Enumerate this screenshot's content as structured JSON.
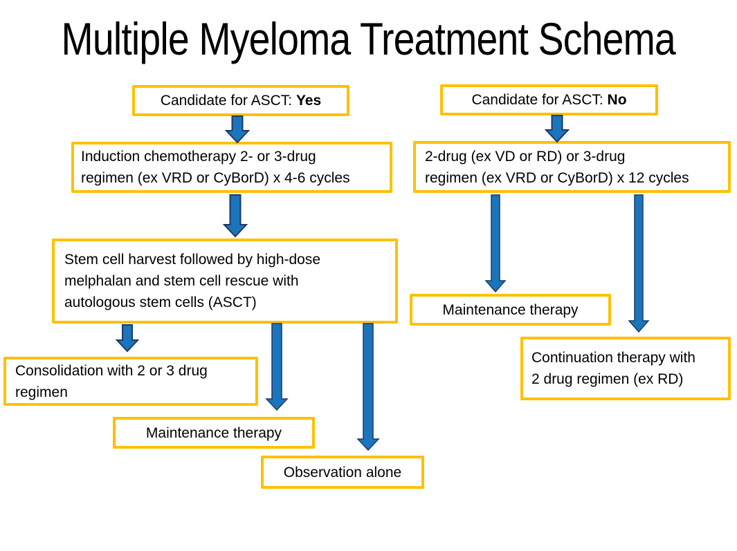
{
  "title": "Multiple Myeloma Treatment Schema",
  "colors": {
    "box_border": "#FFC000",
    "box_fill": "#FFFFFF",
    "arrow_fill": "#1B75BC",
    "arrow_outline": "#1F3864",
    "text": "#000000"
  },
  "left_branch": {
    "candidate": {
      "prefix": "Candidate for ASCT: ",
      "answer": "Yes"
    },
    "induction": "Induction chemotherapy 2- or 3-drug\nregimen (ex VRD or CyBorD) x 4-6 cycles",
    "transplant": "Stem cell harvest followed by high-dose\nmelphalan and stem cell rescue with\nautologous stem cells (ASCT)",
    "consolidation": "Consolidation with 2 or 3 drug\nregimen",
    "maintenance": "Maintenance therapy",
    "observation": "Observation alone"
  },
  "right_branch": {
    "candidate": {
      "prefix": "Candidate for ASCT: ",
      "answer": "No"
    },
    "regimen": "2-drug (ex VD or RD) or 3-drug\nregimen (ex VRD or CyBorD) x 12 cycles",
    "maintenance": "Maintenance therapy",
    "continuation": "Continuation therapy with\n2 drug regimen (ex RD)"
  },
  "connections": [
    {
      "from": "candidate-yes",
      "to": "induction"
    },
    {
      "from": "induction",
      "to": "transplant"
    },
    {
      "from": "transplant",
      "to": "consolidation"
    },
    {
      "from": "transplant",
      "to": "maintenance-left"
    },
    {
      "from": "transplant",
      "to": "observation"
    },
    {
      "from": "candidate-no",
      "to": "regimen"
    },
    {
      "from": "regimen",
      "to": "maintenance-right"
    },
    {
      "from": "regimen",
      "to": "continuation"
    }
  ]
}
